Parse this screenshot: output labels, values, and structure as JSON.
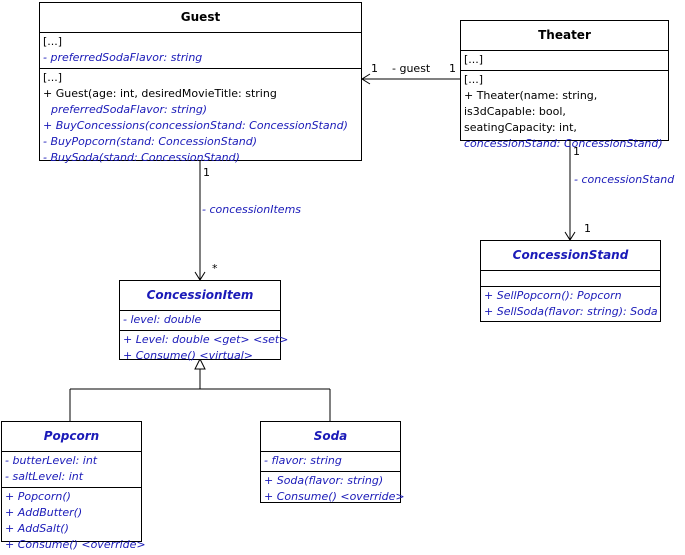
{
  "classes": {
    "guest": {
      "name": "Guest",
      "attributes": [
        "[...]",
        "- preferredSodaFlavor: string"
      ],
      "operations": [
        "[...]",
        "+ Guest(age: int, desiredMovieTitle: string",
        "preferredSodaFlavor: string)",
        "+ BuyConcessions(concessionStand: ConcessionStand)",
        "- BuyPopcorn(stand: ConcessionStand)",
        "- BuySoda(stand: ConcessionStand)"
      ]
    },
    "theater": {
      "name": "Theater",
      "attributes": [
        "[...]"
      ],
      "operations": [
        "[...]",
        "+ Theater(name: string,",
        "is3dCapable: bool,",
        "seatingCapacity: int,",
        "concessionStand: ConcessionStand)"
      ]
    },
    "concession_stand": {
      "name": "ConcessionStand",
      "operations": [
        "+ SellPopcorn(): Popcorn",
        "+ SellSoda(flavor: string): Soda"
      ]
    },
    "concession_item": {
      "name": "ConcessionItem",
      "attributes": [
        "- level: double"
      ],
      "operations": [
        "+ Level: double <get> <set>",
        "+ Consume() <virtual>"
      ]
    },
    "popcorn": {
      "name": "Popcorn",
      "attributes": [
        "- butterLevel: int",
        "- saltLevel: int"
      ],
      "operations": [
        "+ Popcorn()",
        "+ AddButter()",
        "+ AddSalt()",
        "+ Consume() <override>"
      ]
    },
    "soda": {
      "name": "Soda",
      "attributes": [
        "- flavor: string"
      ],
      "operations": [
        "+ Soda(flavor: string)",
        "+ Consume() <override>"
      ]
    }
  },
  "associations": {
    "theater_guest": {
      "role": "- guest",
      "mult_source": "1",
      "mult_target": "1"
    },
    "guest_items": {
      "role": "- concessionItems",
      "mult_source": "1",
      "mult_target": "*"
    },
    "theater_stand": {
      "role": "- concessionStand",
      "mult_source": "1",
      "mult_target": "1"
    }
  },
  "colors": {
    "italic_member": "#1a1ab8",
    "line": "#000000"
  }
}
